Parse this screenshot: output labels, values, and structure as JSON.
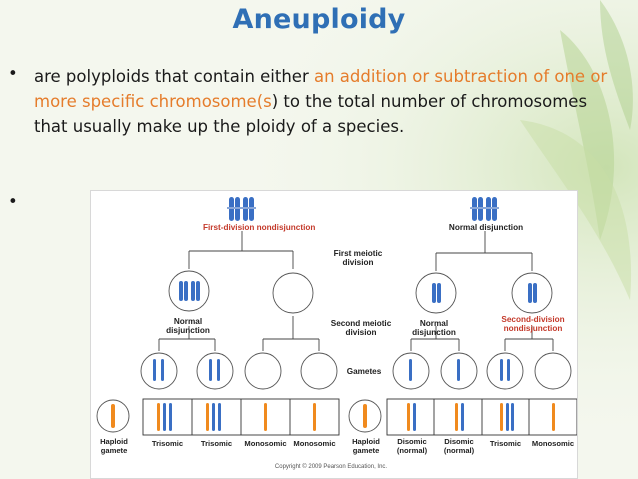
{
  "title": "Aneuploidy",
  "bullet": {
    "marker": "•",
    "text_before": "are polyploids that contain either ",
    "text_highlight": "an addition or subtraction of one or more specific chromosome(s",
    "text_after": ") to the total number of chromosomes that usually make up the ploidy of a species."
  },
  "bullet2_marker": "•",
  "colors": {
    "title": "#2f6fb5",
    "highlight": "#e57c2b",
    "red_label": "#c43a2b",
    "chromo_blue": "#3a6fc4",
    "chromo_orange": "#f08a1e"
  },
  "diagram": {
    "left_top_label": "First-division nondisjunction",
    "right_top_label": "Normal disjunction",
    "first_meiotic": "First meiotic division",
    "second_meiotic": "Second meiotic division",
    "gametes": "Gametes",
    "left_mid_label": "Normal disjunction",
    "right_mid_left_label": "Normal disjunction",
    "right_mid_right_label": "Second-division nondisjunction",
    "haploid_left": "Haploid gamete",
    "haploid_right": "Haploid gamete",
    "results_left": [
      "Trisomic",
      "Trisomic",
      "Monosomic",
      "Monosomic"
    ],
    "results_right": [
      "Disomic (normal)",
      "Disomic (normal)",
      "Trisomic",
      "Monosomic"
    ],
    "copyright": "Copyright © 2009 Pearson Education, Inc."
  }
}
